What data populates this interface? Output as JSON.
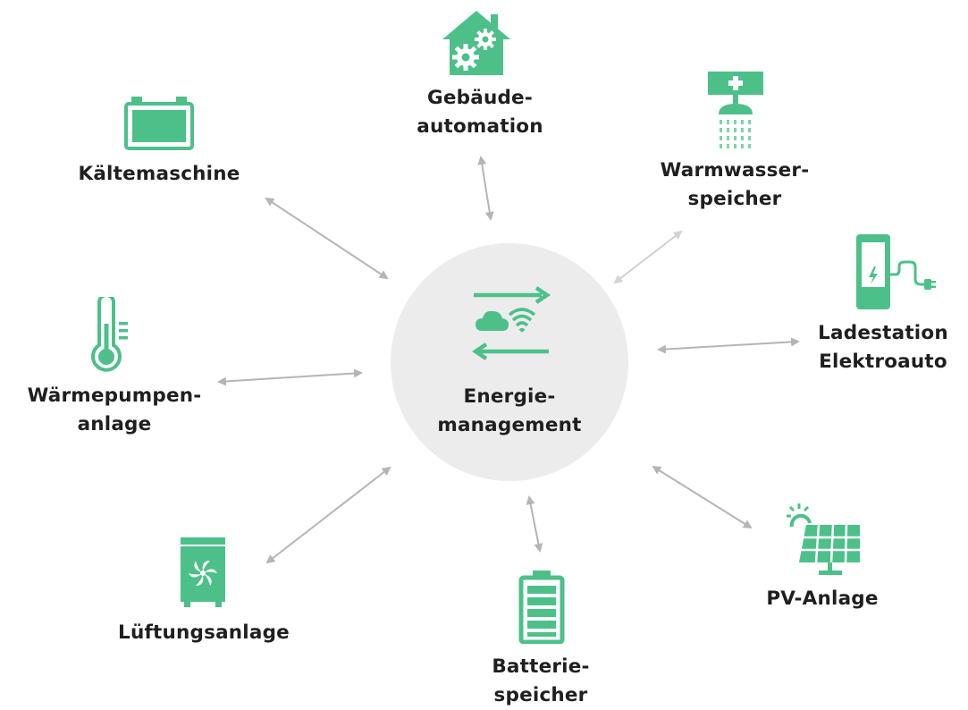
{
  "diagram": {
    "accent_color": "#4dc08a",
    "arrow_color": "#bdbdbd",
    "hub": {
      "icon": "energy-exchange-icon",
      "label_lines": [
        "Energie-",
        "management"
      ]
    },
    "nodes": [
      {
        "id": "gebaeude",
        "icon": "building-gears-icon",
        "label_lines": [
          "Gebäude-",
          "automation"
        ]
      },
      {
        "id": "warmwasser",
        "icon": "shower-heater-icon",
        "label_lines": [
          "Warmwasser-",
          "speicher"
        ]
      },
      {
        "id": "ladestation",
        "icon": "ev-charger-icon",
        "label_lines": [
          "Ladestation",
          "Elektroauto"
        ]
      },
      {
        "id": "pv",
        "icon": "solar-panel-icon",
        "label_lines": [
          "PV-Anlage"
        ]
      },
      {
        "id": "batterie",
        "icon": "battery-icon",
        "label_lines": [
          "Batterie-",
          "speicher"
        ]
      },
      {
        "id": "lueftung",
        "icon": "ventilation-fan-icon",
        "label_lines": [
          "Lüftungsanlage"
        ]
      },
      {
        "id": "waermepumpe",
        "icon": "thermometer-icon",
        "label_lines": [
          "Wärmepumpen-",
          "anlage"
        ]
      },
      {
        "id": "kaelte",
        "icon": "chiller-icon",
        "label_lines": [
          "Kältemaschine"
        ]
      }
    ]
  }
}
